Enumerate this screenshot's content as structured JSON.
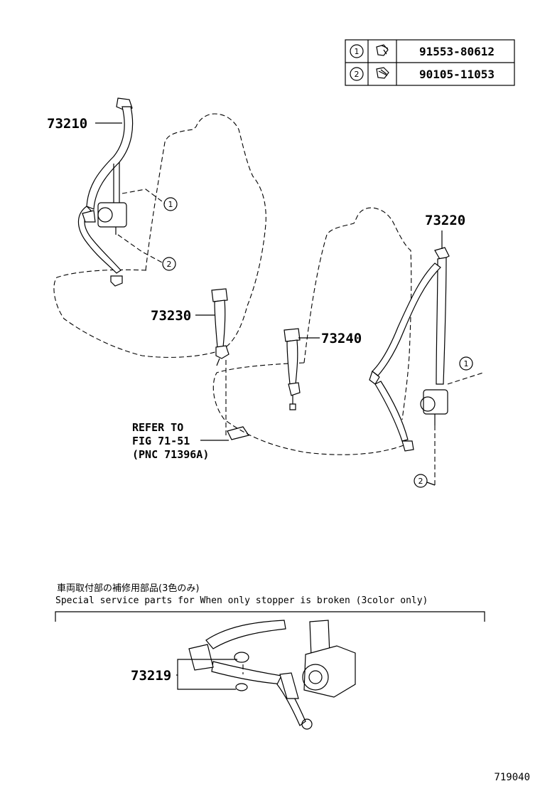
{
  "fasteners_table": {
    "rows": [
      {
        "ref": "1",
        "part_number": "91553-80612",
        "icon": "bolt-icon"
      },
      {
        "ref": "2",
        "part_number": "90105-11053",
        "icon": "bolt-icon"
      }
    ]
  },
  "callouts": {
    "front_outer_belt": "73210",
    "rear_outer_belt": "73220",
    "front_inner_belt": "73230",
    "rear_inner_belt": "73240",
    "stopper": "73219"
  },
  "markers": {
    "front_upper": "1",
    "front_lower": "2",
    "rear_upper": "1",
    "rear_lower": "2"
  },
  "reference": {
    "line1": "REFER TO",
    "line2": "FIG 71-51",
    "line3": "(PNC 71396A)"
  },
  "special_service": {
    "japanese": "車両取付部の補修用部品(3色のみ)",
    "english": "Special  service  parts  for  When  only  stopper  is  broken  (3color  only)"
  },
  "figure_number": "719040"
}
